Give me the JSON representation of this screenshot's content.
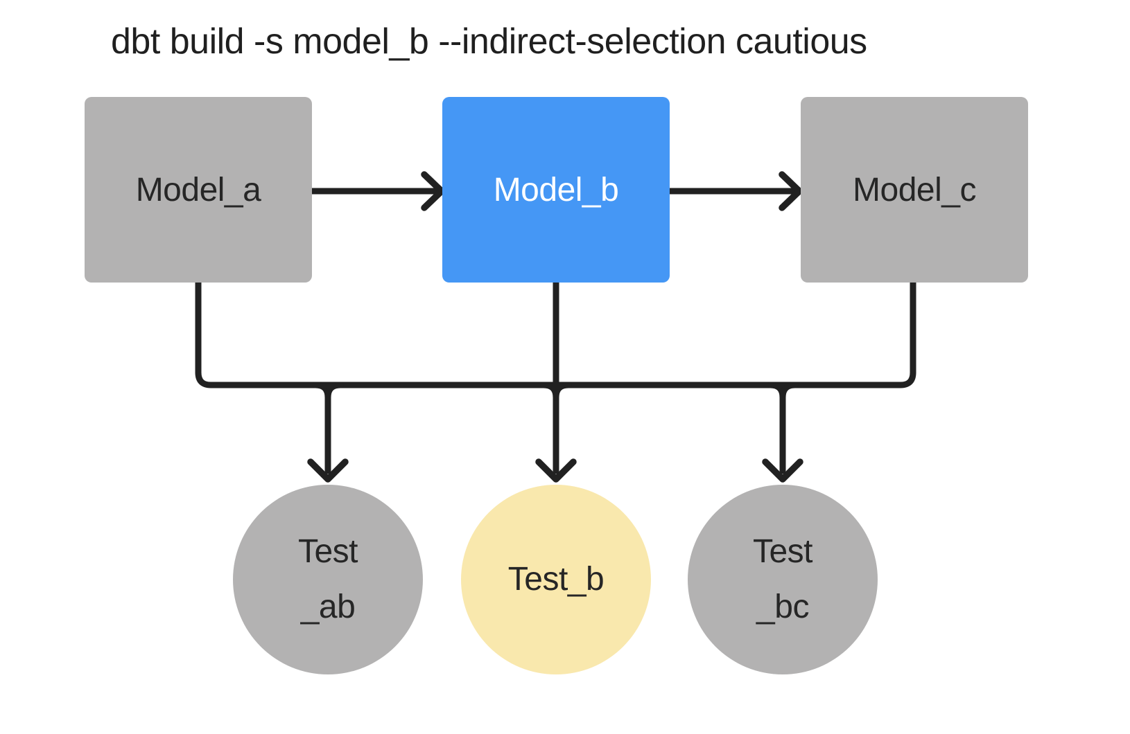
{
  "title": "dbt build -s model_b --indirect-selection cautious",
  "colors": {
    "background": "#ffffff",
    "node_gray": "#b3b2b2",
    "selected_blue": "#4597f5",
    "indirect_yellow": "#f9e8ad",
    "line": "#212121",
    "title_text": "#1f1f1f",
    "text_dark": "#262626",
    "text_light": "#ffffff"
  },
  "nodes": {
    "model_a": {
      "label": "Model_a",
      "variant": "gray"
    },
    "model_b": {
      "label": "Model_b",
      "variant": "selected-blue"
    },
    "model_c": {
      "label": "Model_c",
      "variant": "gray"
    },
    "test_ab": {
      "line1": "Test",
      "line2": "_ab",
      "variant": "gray"
    },
    "test_b": {
      "line1": "Test_b",
      "variant": "indirect-yellow"
    },
    "test_bc": {
      "line1": "Test",
      "line2": "_bc",
      "variant": "gray"
    }
  },
  "edges": [
    {
      "from": "model_a",
      "to": "model_b"
    },
    {
      "from": "model_b",
      "to": "model_c"
    },
    {
      "from": "model_a",
      "to": "test_ab"
    },
    {
      "from": "model_b",
      "to": "test_ab"
    },
    {
      "from": "model_b",
      "to": "test_b"
    },
    {
      "from": "model_b",
      "to": "test_bc"
    },
    {
      "from": "model_c",
      "to": "test_bc"
    }
  ]
}
